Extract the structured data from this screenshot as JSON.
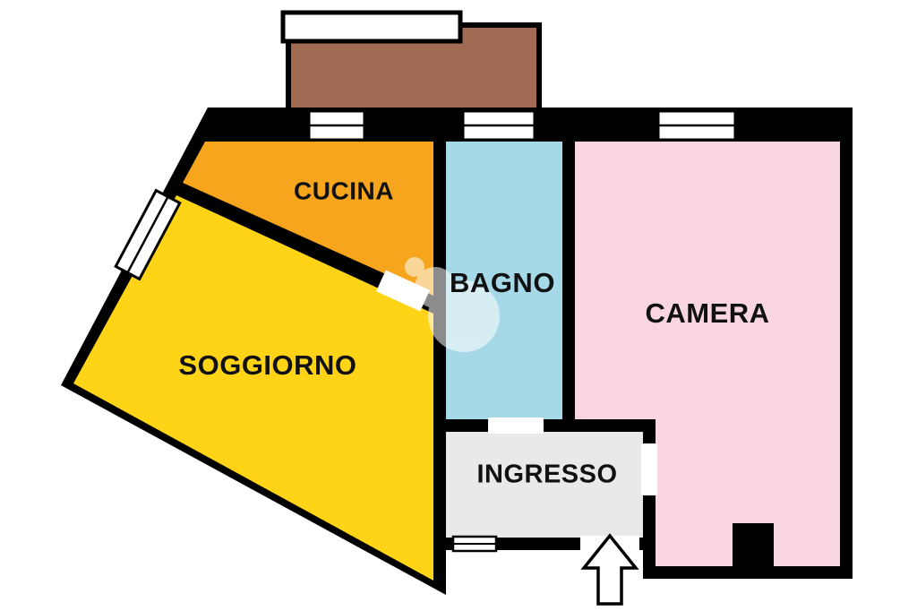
{
  "plan": {
    "background": "#ffffff",
    "wall_color": "#000000",
    "balcony": {
      "color": "#A06B52",
      "railing_color": "#ffffff"
    },
    "rooms": {
      "cucina": {
        "label": "CUCINA",
        "color": "#F7A51D"
      },
      "soggiorno": {
        "label": "SOGGIORNO",
        "color": "#FFD316"
      },
      "bagno": {
        "label": "BAGNO",
        "color": "#A6D9E8"
      },
      "camera": {
        "label": "CAMERA",
        "color": "#F8D5E1"
      },
      "ingresso": {
        "label": "INGRESSO",
        "color": "#E9E9E9"
      }
    },
    "window_color": "#ffffff",
    "door_gap_color": "#ffffff",
    "entrance_arrow": {
      "direction": "up",
      "fill": "#ffffff"
    },
    "watermark_color": "#ffffff"
  }
}
